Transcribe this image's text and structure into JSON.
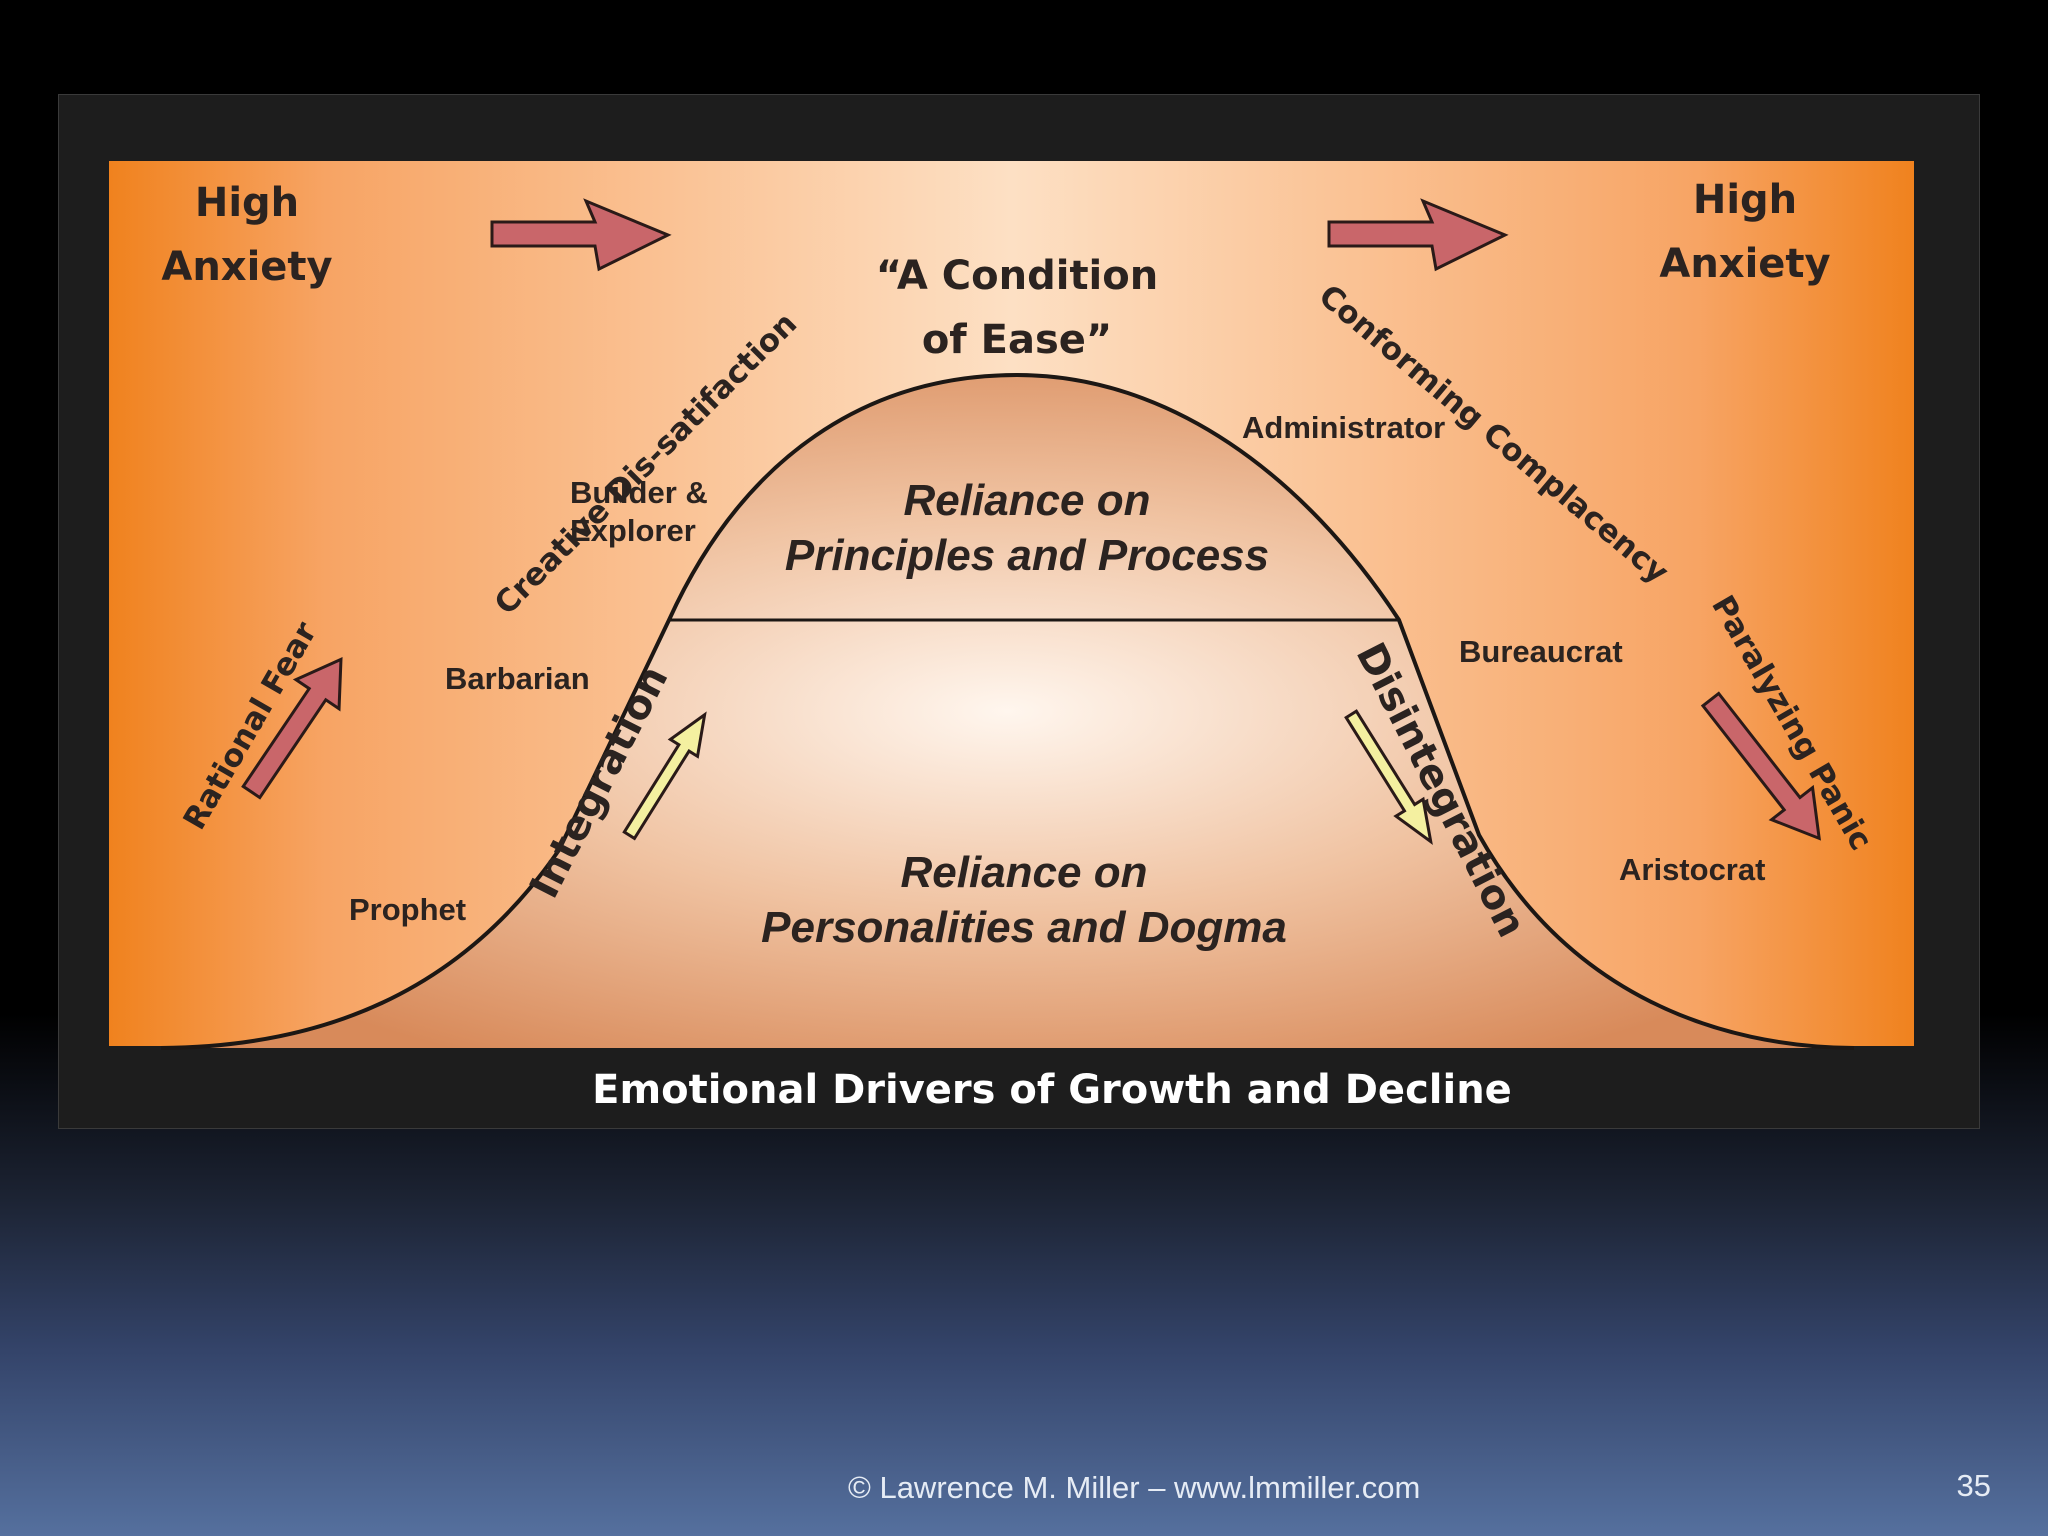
{
  "diagram": {
    "caption": "Emotional Drivers of Growth and Decline",
    "corners": {
      "left_line1": "High",
      "left_line2": "Anxiety",
      "right_line1": "High",
      "right_line2": "Anxiety"
    },
    "peak_line1": "“A Condition",
    "peak_line2": "of Ease”",
    "phases": {
      "rational_fear": "Rational Fear",
      "creative_dissatisfaction": "Creative Dis-satifaction",
      "conforming_complacency": "Conforming Complacency",
      "paralyzing_panic": "Paralyzing Panic",
      "integration": "Integration",
      "disintegration": "Disintegration"
    },
    "roles": {
      "prophet": "Prophet",
      "barbarian": "Barbarian",
      "builder_line1": "Builder &",
      "builder_line2": "Explorer",
      "administrator": "Administrator",
      "bureaucrat": "Bureaucrat",
      "aristocrat": "Aristocrat"
    },
    "upper_region_line1": "Reliance on",
    "upper_region_line2": "Principles and Process",
    "lower_region_line1": "Reliance on",
    "lower_region_line2": "Personalities and Dogma",
    "colors": {
      "panel_orange": "#f0821e",
      "panel_light": "#fde0c4",
      "curve_fill": "#f3c3a1",
      "red_arrow": "#c9666a",
      "yellow_arrow": "#f4f0a0",
      "frame": "#1d1d1d"
    }
  },
  "footer": {
    "copyright": "© Lawrence M. Miller – www.lmmiller.com",
    "page_number": "35"
  }
}
